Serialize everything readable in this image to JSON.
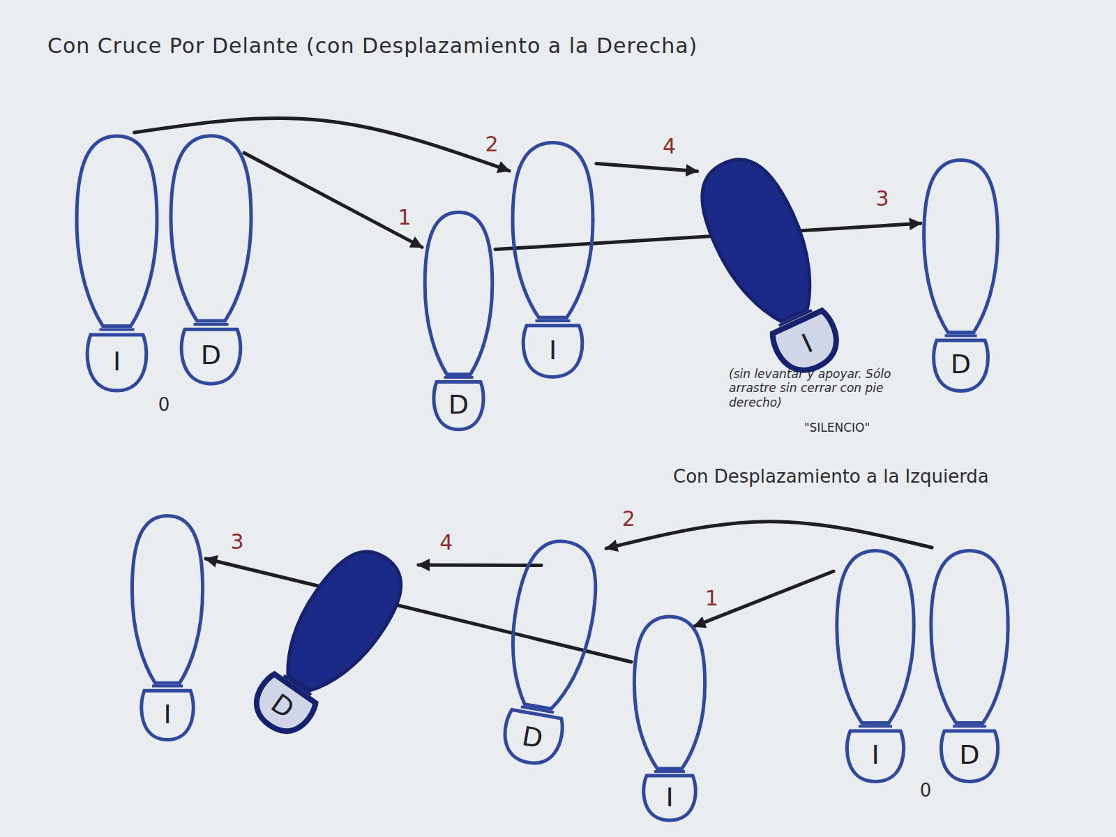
{
  "diagram": {
    "title": "Con Cruce Por Delante (con Desplazamiento a la Derecha)",
    "nodes": [
      {
        "text": [
          "I"
        ]
      },
      {
        "text": [
          "D"
        ]
      },
      {
        "text": [
          "D"
        ]
      },
      {
        "text": [
          "I"
        ]
      },
      {
        "text": [
          "I"
        ]
      },
      {
        "text": [
          "D"
        ]
      },
      {
        "text": [
          "I"
        ]
      },
      {
        "text": [
          "D"
        ]
      },
      {
        "text": [
          "D"
        ]
      },
      {
        "text": [
          "I"
        ]
      },
      {
        "text": [
          "I"
        ]
      },
      {
        "text": [
          "D"
        ]
      }
    ],
    "edges": [
      {
        "from": 1,
        "to": 2,
        "arrow": "to",
        "label": "1"
      },
      {
        "from": 0,
        "to": 3,
        "arrow": "to",
        "label": "2"
      },
      {
        "from": 2,
        "to": 5,
        "arrow": "to",
        "label": "3"
      },
      {
        "from": 3,
        "to": 4,
        "arrow": "to",
        "label": "4"
      },
      {
        "from": 10,
        "to": 9,
        "arrow": "to",
        "label": "1"
      },
      {
        "from": 11,
        "to": 8,
        "arrow": "to",
        "label": "2"
      },
      {
        "from": 9,
        "to": 6,
        "arrow": "to",
        "label": "3"
      },
      {
        "from": 8,
        "to": 7,
        "arrow": "to",
        "label": "4"
      }
    ],
    "labels": [
      "(sin levantar y apoyar. Sólo arrastre sin cerrar con pie derecho)",
      "\"SILENCIO\"",
      "0",
      "Con Desplazamiento a la Izquierda",
      "0"
    ]
  }
}
